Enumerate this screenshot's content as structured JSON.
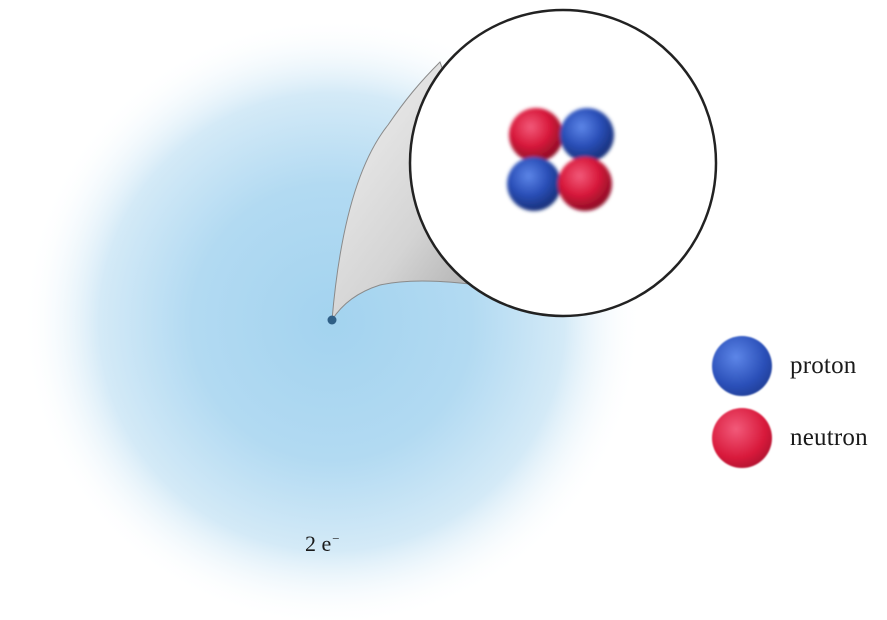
{
  "colors": {
    "cloud": "#a9d6f0",
    "proton": "#2a4fb8",
    "neutron": "#d8193b",
    "nucleus_dot": "#2f5f86",
    "magnifier_outline": "#222222"
  },
  "diagram": {
    "electron_cloud_label": "2 e",
    "electron_charge": "−",
    "legend": [
      {
        "label": "proton",
        "particle": "proton"
      },
      {
        "label": "neutron",
        "particle": "neutron"
      }
    ],
    "nucleus_particles": [
      "neutron",
      "proton",
      "proton",
      "neutron"
    ]
  }
}
